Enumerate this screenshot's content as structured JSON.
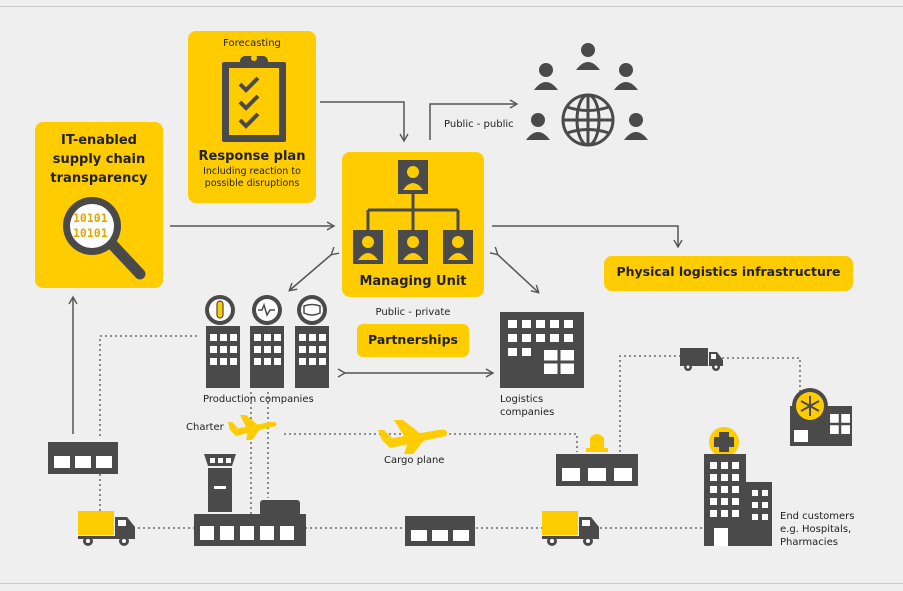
{
  "colors": {
    "accent": "#ffcc00",
    "dark": "#4a4a4a",
    "background": "#efefef"
  },
  "response_plan": {
    "caption": "Forecasting",
    "title": "Response plan",
    "subtitle_line1": "Including reaction to",
    "subtitle_line2": "possible disruptions",
    "icon": "clipboard-checklist-icon"
  },
  "transparency": {
    "line1": "IT-enabled",
    "line2": "supply chain",
    "line3": "transparency",
    "binary_line1": "10101",
    "binary_line2": "10101",
    "icon": "magnifier-icon"
  },
  "managing_unit": {
    "title": "Managing Unit",
    "icon": "org-chart-icon"
  },
  "public_public": {
    "label": "Public - public",
    "icon": "globe-network-icon"
  },
  "public_private": {
    "label": "Public - private"
  },
  "partnerships": {
    "label": "Partnerships"
  },
  "infrastructure": {
    "label": "Physical logistics infrastructure"
  },
  "production": {
    "label": "Production companies"
  },
  "logistics": {
    "line1": "Logistics",
    "line2": "companies"
  },
  "charter": {
    "label": "Charter"
  },
  "cargo_plane": {
    "label": "Cargo plane"
  },
  "end_customers": {
    "line1": "End customers",
    "line2": "e.g. Hospitals,",
    "line3": "Pharmacies"
  }
}
